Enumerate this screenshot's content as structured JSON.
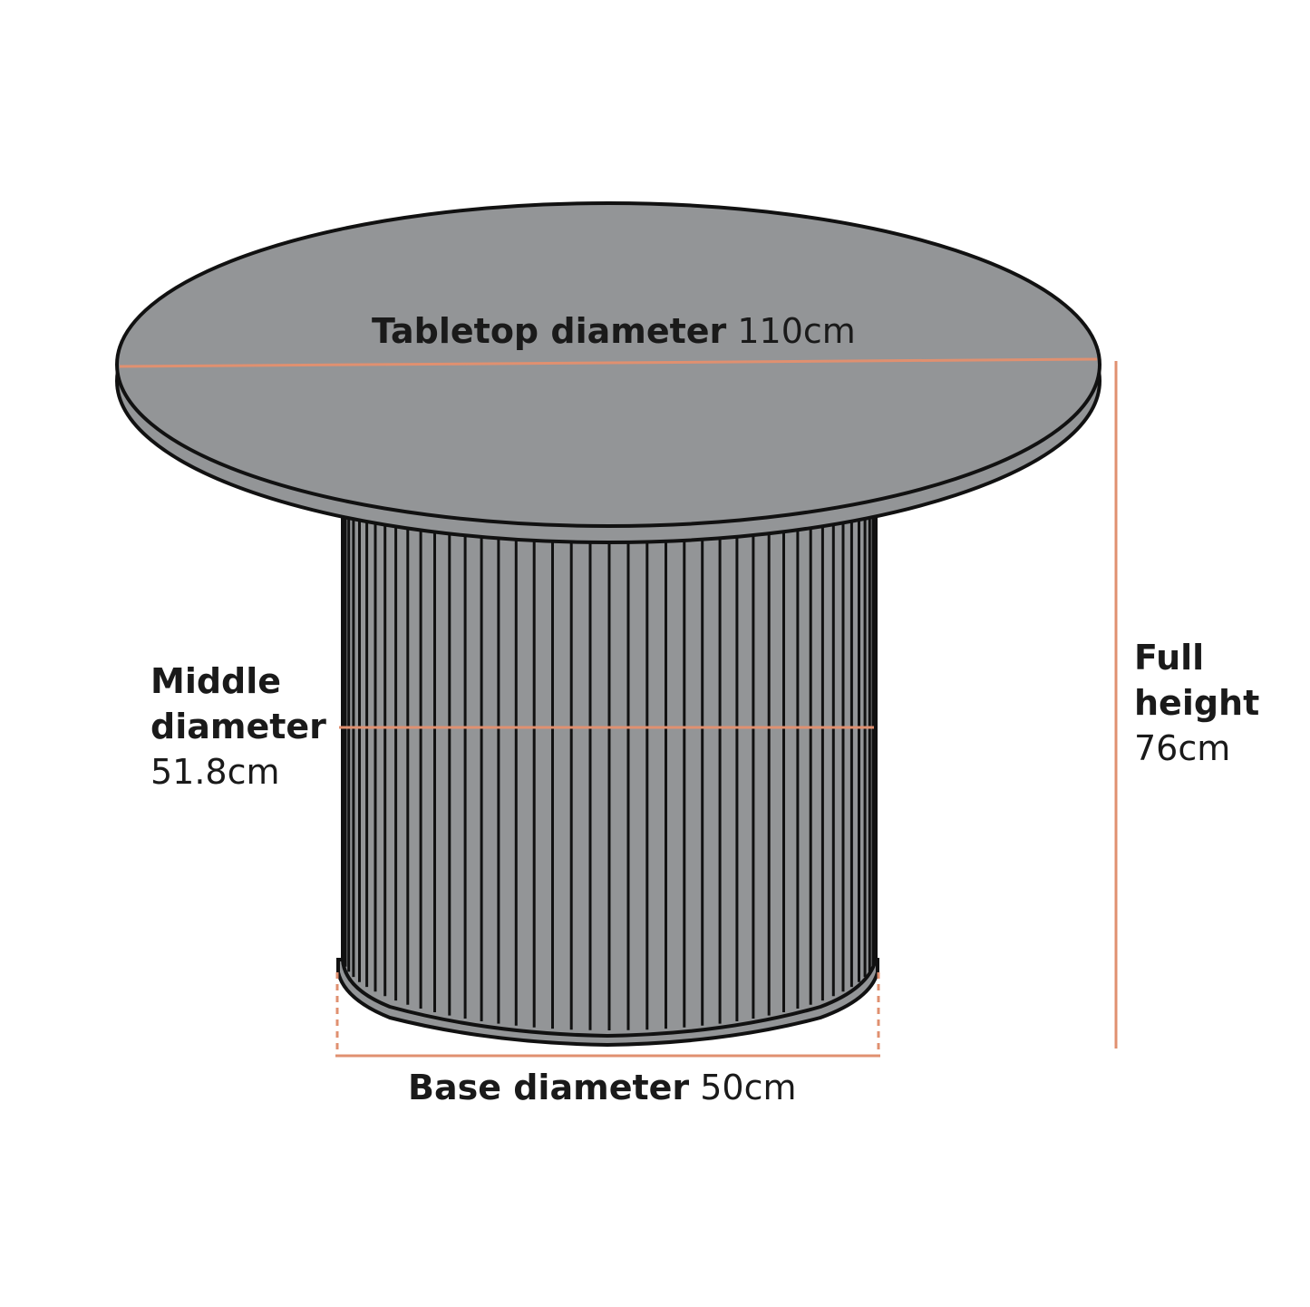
{
  "colors": {
    "fill": "#939597",
    "stroke": "#111111",
    "dimension": "#e09070",
    "background": "#ffffff"
  },
  "dimensions": {
    "tabletop": {
      "label": "Tabletop diameter",
      "value": "110cm"
    },
    "middle": {
      "label_line1": "Middle",
      "label_line2": "diameter",
      "value": "51.8cm"
    },
    "height": {
      "label_line1": "Full",
      "label_line2": "height",
      "value": "76cm"
    },
    "base": {
      "label": "Base diameter",
      "value": "50cm"
    }
  }
}
